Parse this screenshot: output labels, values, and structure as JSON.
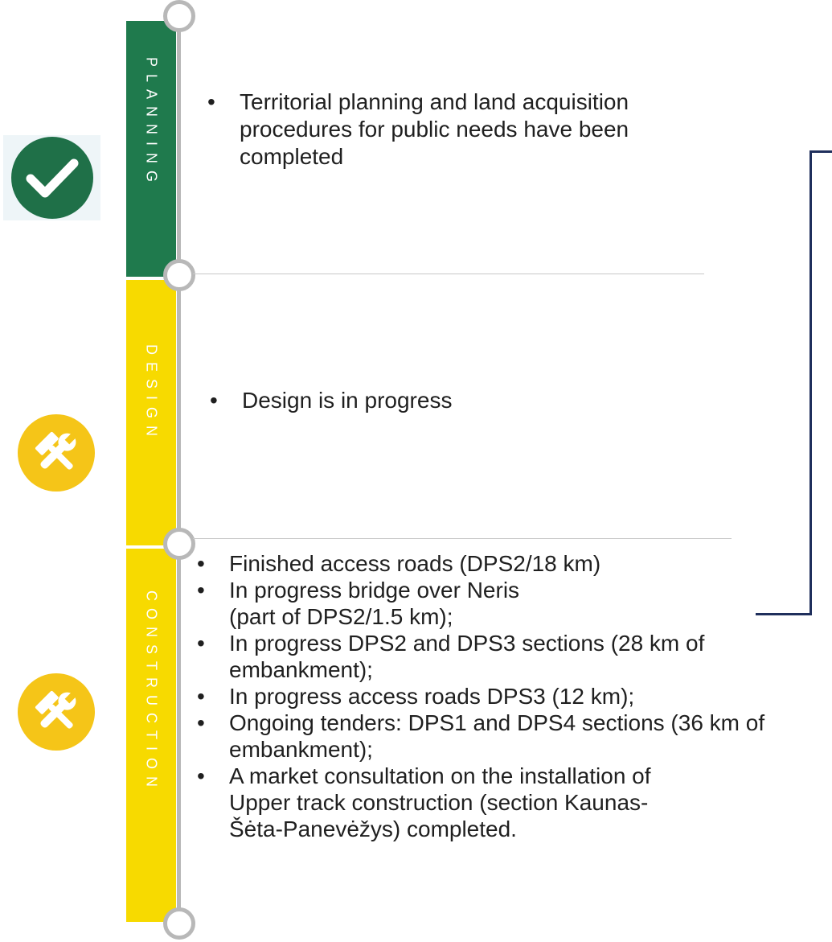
{
  "phases": {
    "planning": {
      "label": "PLANNING",
      "status_icon": "checkmark-icon",
      "color": "#1f7a4d",
      "items": [
        "Territorial planning and land acquisition procedures for public needs have been completed"
      ]
    },
    "design": {
      "label": "DESIGN",
      "status_icon": "tools-icon",
      "color": "#f7da00",
      "items": [
        "Design is in progress"
      ]
    },
    "construction": {
      "label": "CONSTRUCTION",
      "status_icon": "tools-icon",
      "color": "#f7da00",
      "items": [
        "Finished access roads (DPS2/18 km)",
        "In progress bridge over Neris (part of DPS2/1.5 km);",
        "In progress DPS2 and DPS3 sections (28 km of embankment);",
        "In progress access roads DPS3 (12 km);",
        "Ongoing tenders: DPS1 and DPS4 sections (36 km of embankment);",
        "A market consultation on the installation of Upper track construction (section Kaunas-Šėta-Panevėžys) completed."
      ]
    }
  },
  "colors": {
    "timeline": "#b8b8b8",
    "check_green": "#1f7048",
    "tools_yellow": "#f5c518",
    "bracket": "#1f2f5c"
  }
}
